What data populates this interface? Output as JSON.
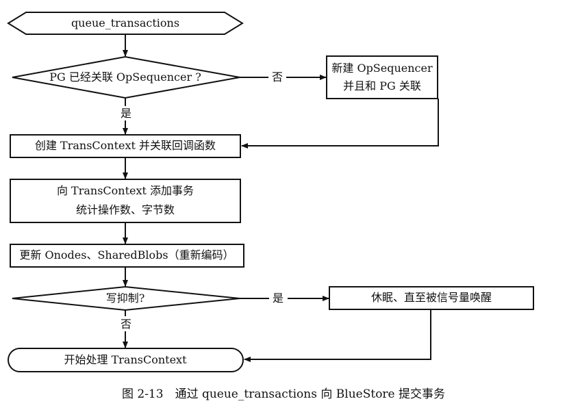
{
  "diagram": {
    "start_node": "queue_transactions",
    "decision_pg": "PG 已经关联 OpSequencer ?",
    "label_no_1": "否",
    "new_opseq": {
      "line1": "新建 OpSequencer",
      "line2": "并且和 PG 关联"
    },
    "label_yes_1": "是",
    "create_ctx": "创建 TransContext 并关联回调函数",
    "add_tx": {
      "line1": "向 TransContext 添加事务",
      "line2": "统计操作数、字节数"
    },
    "update_onodes": "更新 Onodes、SharedBlobs（重新编码）",
    "decision_throttle": "写抑制?",
    "label_yes_2": "是",
    "sleep": "休眠、直至被信号量唤醒",
    "label_no_2": "否",
    "end_node": "开始处理 TransContext"
  },
  "caption": "图 2-13　通过 queue_transactions 向 BlueStore 提交事务"
}
